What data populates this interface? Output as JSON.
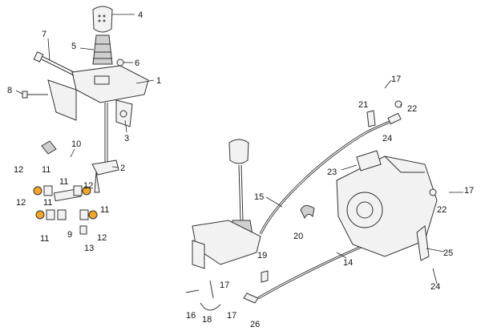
{
  "diagram": {
    "title": "Gearshift lever and cables exploded view",
    "callouts": [
      "4",
      "7",
      "5",
      "6",
      "1",
      "8",
      "3",
      "10",
      "2",
      "12",
      "11",
      "11",
      "12",
      "12",
      "11",
      "11",
      "9",
      "12",
      "11",
      "13",
      "17",
      "21",
      "22",
      "24",
      "23",
      "15",
      "17",
      "22",
      "20",
      "14",
      "25",
      "24",
      "19",
      "17",
      "16",
      "18",
      "17",
      "26"
    ]
  },
  "colors": {
    "accent_ring": "#f5a623",
    "line": "#333333"
  }
}
